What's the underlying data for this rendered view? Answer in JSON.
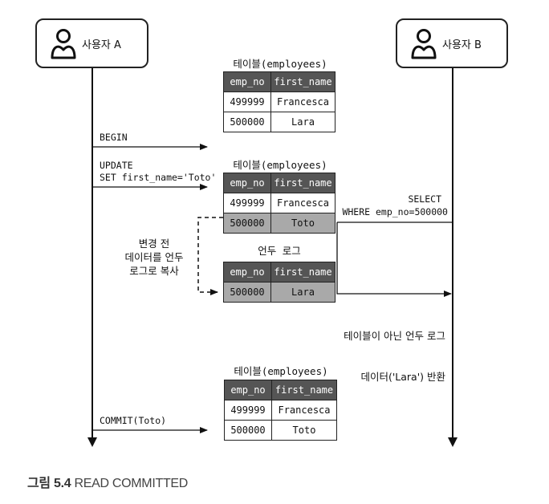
{
  "users": [
    {
      "label": "사용자 A"
    },
    {
      "label": "사용자 B"
    }
  ],
  "tables": [
    {
      "title": "테이블(employees)",
      "headers": [
        "emp_no",
        "first_name"
      ],
      "rows": [
        [
          "499999",
          "Francesca"
        ],
        [
          "500000",
          "Lara"
        ]
      ]
    },
    {
      "title": "테이블(employees)",
      "headers": [
        "emp_no",
        "first_name"
      ],
      "rows": [
        [
          "499999",
          "Francesca"
        ],
        [
          "500000",
          "Toto"
        ]
      ]
    },
    {
      "title": "언두 로그",
      "headers": [
        "emp_no",
        "first_name"
      ],
      "rows": [
        [
          "500000",
          "Lara"
        ]
      ]
    },
    {
      "title": "테이블(employees)",
      "headers": [
        "emp_no",
        "first_name"
      ],
      "rows": [
        [
          "499999",
          "Francesca"
        ],
        [
          "500000",
          "Toto"
        ]
      ]
    }
  ],
  "messages": {
    "begin": "BEGIN",
    "update_line1": "UPDATE",
    "update_line2": "SET first_name='Toto'",
    "select_line1": "SELECT",
    "select_line2": "WHERE emp_no=500000",
    "commit": "COMMIT(Toto)"
  },
  "notes": {
    "copy_line1": "변경 전",
    "copy_line2": "데이터를 언두",
    "copy_line3": "로그로 복사",
    "return_line1": "테이블이 아닌 언두 로그",
    "return_line2": "데이터('Lara') 반환"
  },
  "caption": {
    "number": "그림 5.4",
    "text": "READ COMMITTED"
  }
}
